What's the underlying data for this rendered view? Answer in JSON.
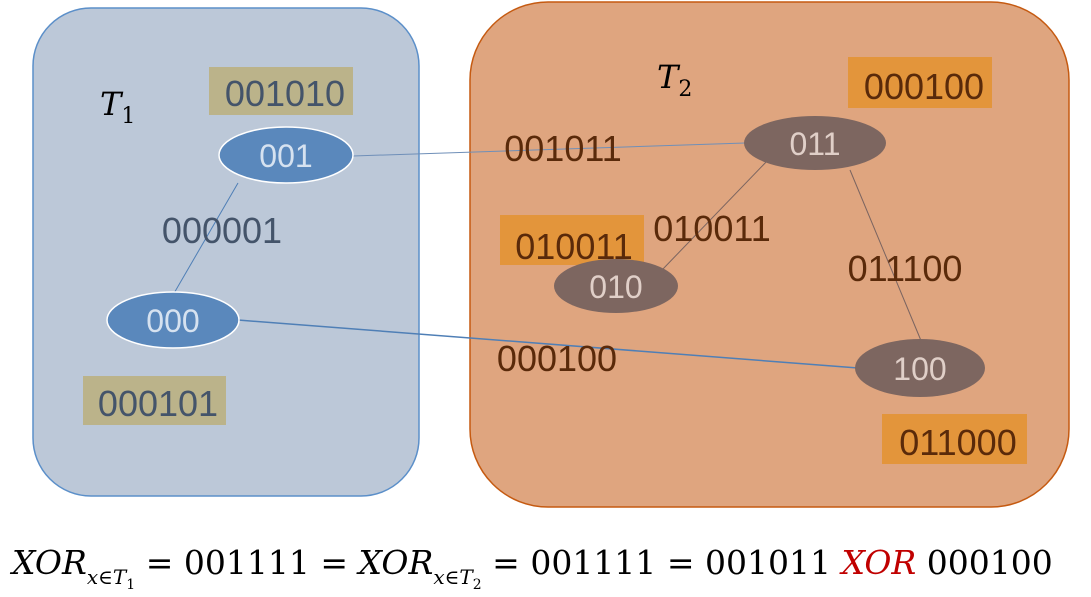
{
  "regions": {
    "t1": {
      "name": "T",
      "sub": "1",
      "fill": "#bcc8d8",
      "stroke": "#5b8fc9"
    },
    "t2": {
      "name": "T",
      "sub": "2",
      "fill": "#dfa57f",
      "stroke": "#c55a11"
    }
  },
  "nodes": {
    "n001": {
      "label": "001",
      "fill": "#5a88bc"
    },
    "n000": {
      "label": "000",
      "fill": "#5a88bc"
    },
    "n011": {
      "label": "011",
      "fill": "#7d6660"
    },
    "n010": {
      "label": "010",
      "fill": "#7d6660"
    },
    "n100": {
      "label": "100",
      "fill": "#7d6660"
    }
  },
  "node_tags": {
    "n001": "001010",
    "n000": "000101",
    "n011": "000100",
    "n010": "010011",
    "n100": "011000"
  },
  "edge_labels": {
    "e001_000": "000001",
    "e001_011": "001011",
    "e011_010": "010011",
    "e011_100": "011100",
    "e000_100": "000100"
  },
  "colors": {
    "tag_blue": "#bbb38a",
    "tag_orange": "#e3953b",
    "t1_edge_text": "#44546a",
    "t2_edge_text": "#5a2a0a",
    "highlight": "#c00000"
  },
  "formula": {
    "xor": "XOR",
    "x_in": "x∈T",
    "sub1": "1",
    "sub2": "2",
    "eq1": "=",
    "val1": "001111",
    "eq2": "=",
    "eq3": "=",
    "val2": "001111",
    "eq4": "=",
    "val3": "001011",
    "xor_red": "XOR",
    "val4": "000100"
  }
}
